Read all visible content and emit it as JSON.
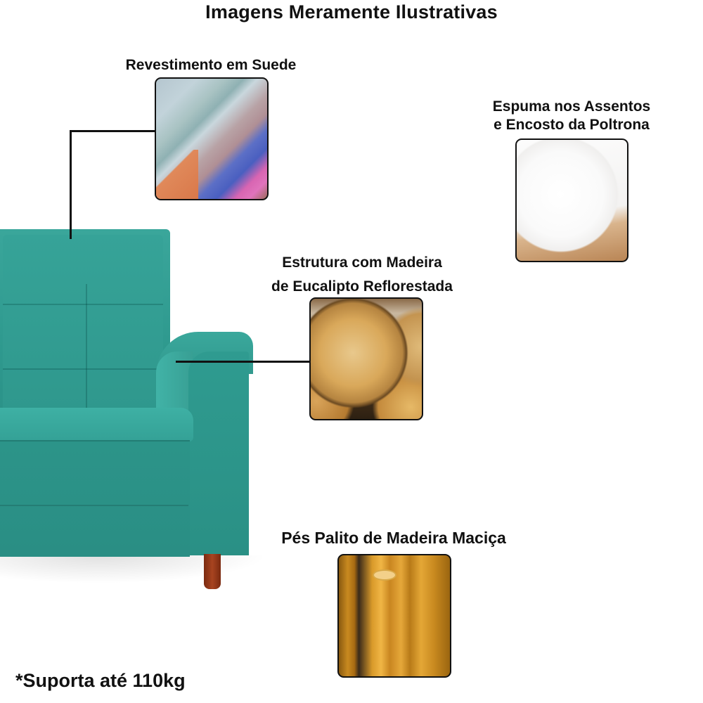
{
  "header": {
    "title": "Imagens Meramente Ilustrativas"
  },
  "features": [
    {
      "id": "suede",
      "label_lines": [
        "Revestimento em Suede"
      ],
      "image": "suede-fabric-swatches"
    },
    {
      "id": "foam",
      "label_lines": [
        "Espuma nos Assentos",
        "e Encosto da Poltrona"
      ],
      "image": "foam-filling"
    },
    {
      "id": "wood",
      "label_lines": [
        "Estrutura com Madeira",
        "de Eucalipto Reflorestada"
      ],
      "image": "eucalyptus-logs"
    },
    {
      "id": "legs",
      "label_lines": [
        "Pés Palito de Madeira Maciça"
      ],
      "image": "solid-wood-stick-legs"
    }
  ],
  "product": {
    "name": "armchair",
    "color": "#2f9a8f",
    "leg_color": "#9a3a1a"
  },
  "footer": {
    "note": "*Suporta até 110kg"
  }
}
